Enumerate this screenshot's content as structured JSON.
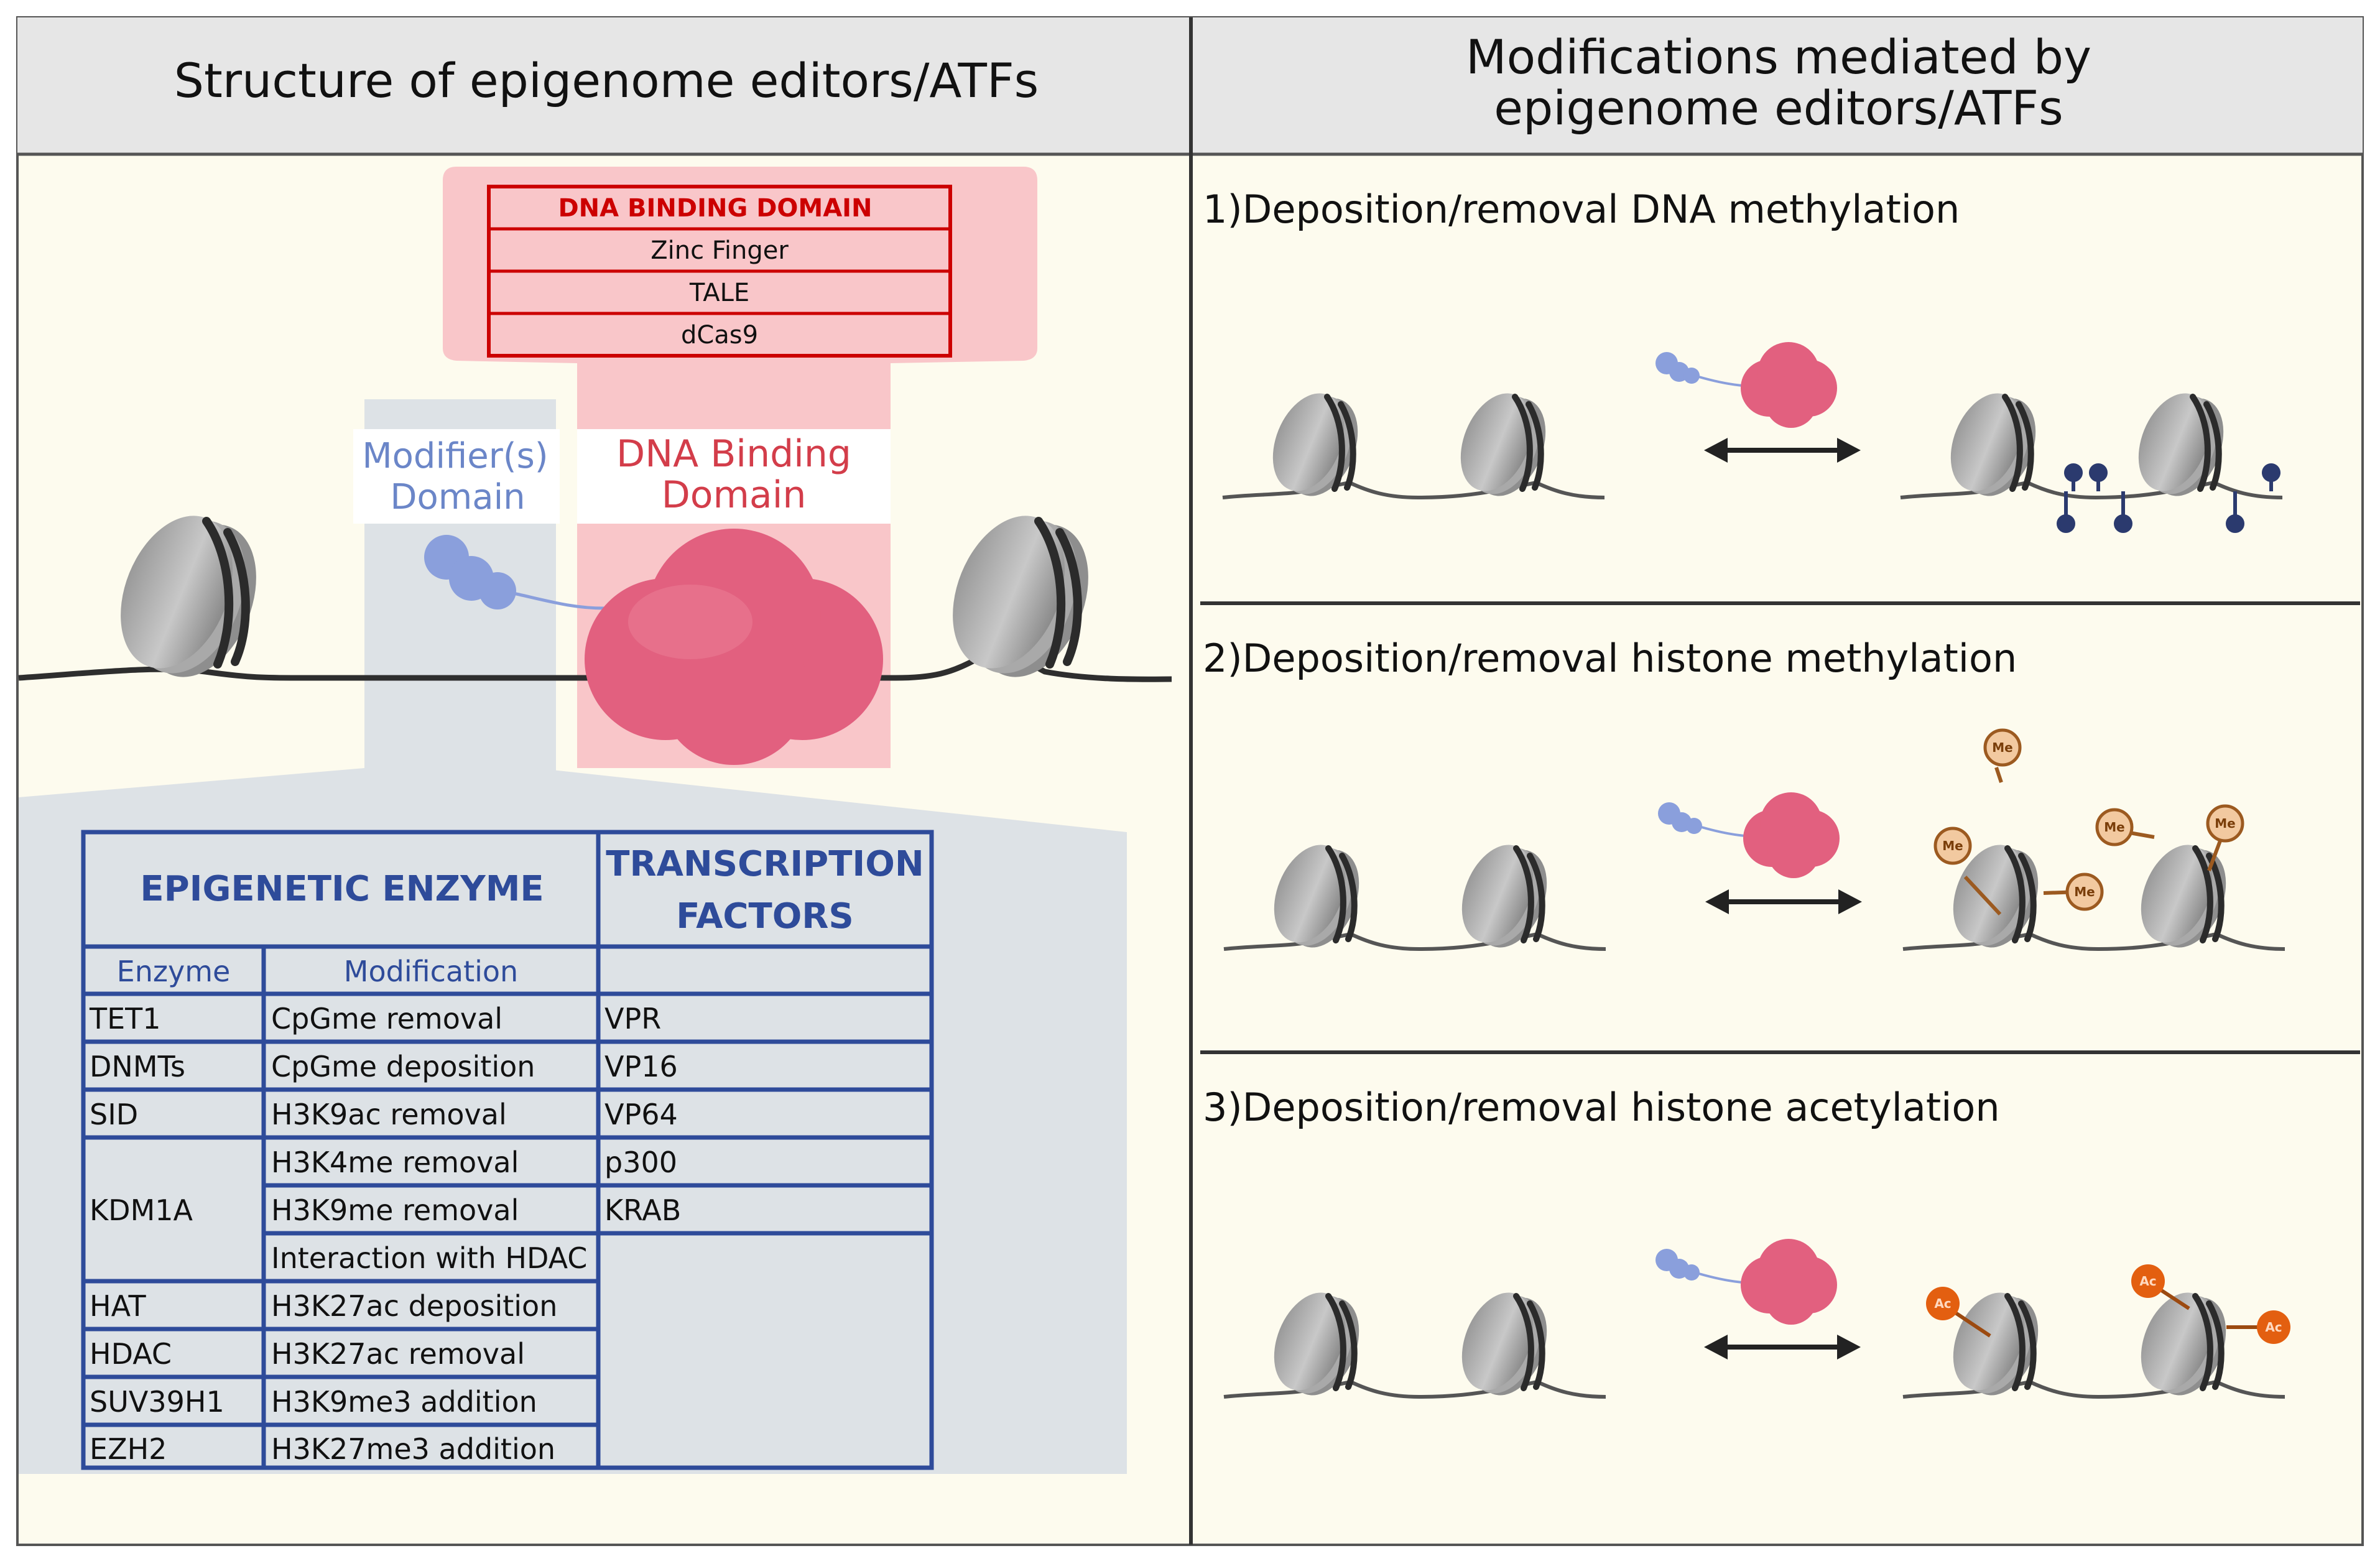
{
  "headers": {
    "left": "Structure of epigenome editors/ATFs",
    "right_line1": "Modifications mediated by",
    "right_line2": "epigenome editors/ATFs"
  },
  "dna_binding_box": {
    "title": "DNA BINDING DOMAIN",
    "rows": [
      "Zinc Finger",
      "TALE",
      "dCas9"
    ]
  },
  "labels": {
    "modifier_line1": "Modifier(s)",
    "modifier_line2": "Domain",
    "dbd_line1": "DNA Binding",
    "dbd_line2": "Domain"
  },
  "table": {
    "enzyme_header": "EPIGENETIC ENZYME",
    "tf_header_line1": "TRANSCRIPTION",
    "tf_header_line2": "FACTORS",
    "sub_enzyme": "Enzyme",
    "sub_modification": "Modification",
    "enzymes": [
      "TET1",
      "DNMTs",
      "SID",
      "KDM1A",
      "HAT",
      "HDAC",
      "SUV39H1",
      "EZH2"
    ],
    "modifications": [
      "CpGme removal",
      "CpGme deposition",
      "H3K9ac removal",
      "H3K4me removal",
      "H3K9me removal",
      "Interaction with HDAC",
      "H3K27ac deposition",
      "H3K27ac removal",
      "H3K9me3 addition",
      "H3K27me3 addition"
    ],
    "transcription_factors": [
      "VPR",
      "VP16",
      "VP64",
      "p300",
      "KRAB"
    ]
  },
  "sections": [
    "1)Deposition/removal DNA methylation",
    "2)Deposition/removal histone methylation",
    "3)Deposition/removal histone acetylation"
  ],
  "marks": {
    "methyl": "Me",
    "acetyl": "Ac"
  },
  "colors": {
    "panel_bg": "#fdfbee",
    "header_bg": "#e6e6e6",
    "table_blue": "#2e4b9a",
    "dbd_red": "#cc0000",
    "effector_pink": "#e2607f",
    "modifier_blue": "#8a9fdc",
    "methyl_mark": "#f2c9a0",
    "acetyl_mark": "#e35f10"
  }
}
